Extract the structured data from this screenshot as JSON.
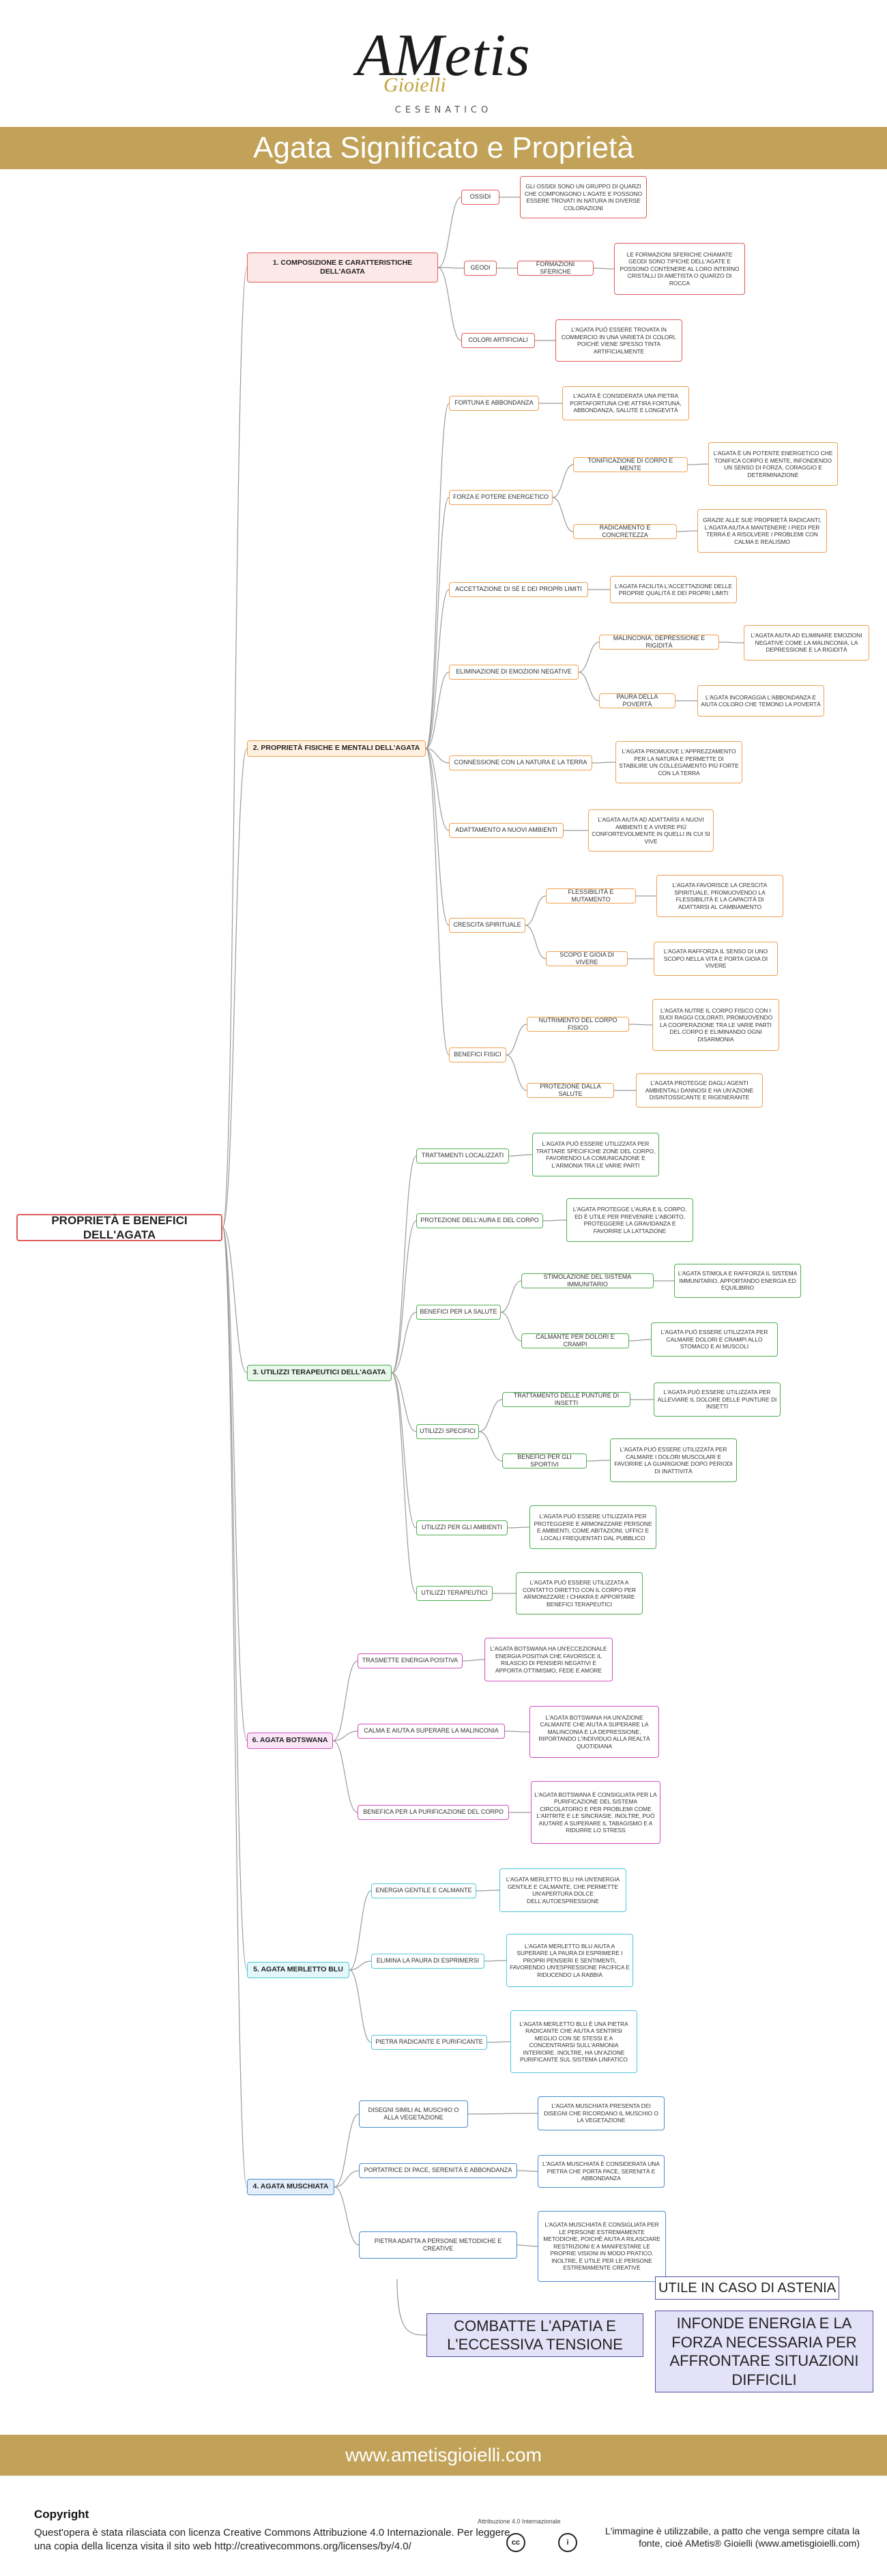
{
  "logo": {
    "brand": "AMetis",
    "sub": "Gioielli",
    "city": "CESENATICO"
  },
  "banner": {
    "title": "Agata Significato e Proprietà"
  },
  "root": "PROPRIETÀ E BENEFICI DELL'AGATA",
  "categories": {
    "c1": "1. COMPOSIZIONE E CARATTERISTICHE DELL'AGATA",
    "c2": "2. PROPRIETÀ FISICHE E MENTALI DELL'AGATA",
    "c3": "3. UTILIZZI TERAPEUTICI DELL'AGATA",
    "c6": "6. AGATA BOTSWANA",
    "c5": "5. AGATA MERLETTO BLU",
    "c4": "4. AGATA MUSCHIATA"
  },
  "nodes": {
    "ossidi": "OSSIDI",
    "ossidi_d": "GLI OSSIDI SONO UN GRUPPO DI QUARZI CHE COMPONGONO L'AGATE E POSSONO ESSERE TROVATI IN NATURA IN DIVERSE COLORAZIONI",
    "geodi": "GEODI",
    "form_sferiche": "FORMAZIONI SFERICHE",
    "form_sferiche_d": "LE FORMAZIONI SFERICHE CHIAMATE GEODI SONO TIPICHE DELL'AGATE E POSSONO CONTENERE AL LORO INTERNO CRISTALLI DI AMETISTA O QUARZO DI ROCCA",
    "colori": "COLORI ARTIFICIALI",
    "colori_d": "L'AGATA PUÒ ESSERE TROVATA IN COMMERCIO IN UNA VARIETÀ DI COLORI, POICHÉ VIENE SPESSO TINTA ARTIFICIALMENTE",
    "fortuna": "FORTUNA E ABBONDANZA",
    "fortuna_d": "L'AGATA È CONSIDERATA UNA PIETRA PORTAFORTUNA CHE ATTIRA FORTUNA, ABBONDANZA, SALUTE E LONGEVITÀ",
    "forza": "FORZA E POTERE ENERGETICO",
    "tonifica": "TONIFICAZIONE DI CORPO E MENTE",
    "tonifica_d": "L'AGATA È UN POTENTE ENERGETICO CHE TONIFICA CORPO E MENTE, INFONDENDO UN SENSO DI FORZA, CORAGGIO E DETERMINAZIONE",
    "radica": "RADICAMENTO E CONCRETEZZA",
    "radica_d": "GRAZIE ALLE SUE PROPRIETÀ RADICANTI, L'AGATA AIUTA A MANTENERE I PIEDI PER TERRA E A RISOLVERE I PROBLEMI CON CALMA E REALISMO",
    "accetta": "ACCETTAZIONE DI SÉ E DEI PROPRI LIMITI",
    "accetta_d": "L'AGATA FACILITA L'ACCETTAZIONE DELLE PROPRIE QUALITÀ E DEI PROPRI LIMITI",
    "elimina": "ELIMINAZIONE DI EMOZIONI NEGATIVE",
    "malinconia": "MALINCONIA, DEPRESSIONE E RIGIDITÀ",
    "malinconia_d": "L'AGATA AIUTA AD ELIMINARE EMOZIONI NEGATIVE COME LA MALINCONIA, LA DEPRESSIONE E LA RIGIDITÀ",
    "poverta": "PAURA DELLA POVERTÀ",
    "poverta_d": "L'AGATA INCORAGGIA L'ABBONDANZA E AIUTA COLORO CHE TEMONO LA POVERTÀ",
    "natura": "CONNESSIONE CON LA NATURA E LA TERRA",
    "natura_d": "L'AGATA PROMUOVE L'APPREZZAMENTO PER LA NATURA E PERMETTE DI STABILIRE UN COLLEGAMENTO PIÙ FORTE CON LA TERRA",
    "adatta": "ADATTAMENTO A NUOVI AMBIENTI",
    "adatta_d": "L'AGATA AIUTA AD ADATTARSI A NUOVI AMBIENTI E A VIVERE PIÙ CONFORTEVOLMENTE IN QUELLI IN CUI SI VIVE",
    "crescita": "CRESCITA SPIRITUALE",
    "flessi": "FLESSIBILITÀ E MUTAMENTO",
    "flessi_d": "L'AGATA FAVORISCE LA CRESCITA SPIRITUALE, PROMUOVENDO LA FLESSIBILITÀ E LA CAPACITÀ DI ADATTARSI AL CAMBIAMENTO",
    "scopo": "SCOPO E GIOIA DI VIVERE",
    "scopo_d": "L'AGATA RAFFORZA IL SENSO DI UNO SCOPO NELLA VITA E PORTA GIOIA DI VIVERE",
    "benefici": "BENEFICI FISICI",
    "nutrim": "NUTRIMENTO DEL CORPO FISICO",
    "nutrim_d": "L'AGATA NUTRE IL CORPO FISICO CON I SUOI RAGGI COLORATI, PROMUOVENDO LA COOPERAZIONE TRA LE VARIE PARTI DEL CORPO E ELIMINANDO OGNI DISARMONIA",
    "protez": "PROTEZIONE DALLA SALUTE",
    "protez_d": "L'AGATA PROTEGGE DAGLI AGENTI AMBIENTALI DANNOSI E HA UN'AZIONE DISINTOSSICANTE E RIGENERANTE",
    "tratt": "TRATTAMENTI LOCALIZZATI",
    "tratt_d": "L'AGATA PUÒ ESSERE UTILIZZATA PER TRATTARE SPECIFICHE ZONE DEL CORPO, FAVORENDO LA COMUNICAZIONE E L'ARMONIA TRA LE VARIE PARTI",
    "aura": "PROTEZIONE DELL'AURA E DEL CORPO",
    "aura_d": "L'AGATA PROTEGGE L'AURA E IL CORPO, ED È UTILE PER PREVENIRE L'ABORTO, PROTEGGERE LA GRAVIDANZA E FAVORIRE LA LATTAZIONE",
    "salute": "BENEFICI PER LA SALUTE",
    "immun": "STIMOLAZIONE DEL SISTEMA IMMUNITARIO",
    "immun_d": "L'AGATA STIMOLA E RAFFORZA IL SISTEMA IMMUNITARIO, APPORTANDO ENERGIA ED EQUILIBRIO",
    "calmante": "CALMANTE PER DOLORI E CRAMPI",
    "calmante_d": "L'AGATA PUÒ ESSERE UTILIZZATA PER CALMARE DOLORI E CRAMPI ALLO STOMACO E AI MUSCOLI",
    "specifici": "UTILIZZI SPECIFICI",
    "punture": "TRATTAMENTO DELLE PUNTURE DI INSETTI",
    "punture_d": "L'AGATA PUÒ ESSERE UTILIZZATA PER ALLEVIARE IL DOLORE DELLE PUNTURE DI INSETTI",
    "sportivi": "BENEFICI PER GLI SPORTIVI",
    "sportivi_d": "L'AGATA PUÒ ESSERE UTILIZZATA PER CALMARE I DOLORI MUSCOLARI E FAVORIRE LA GUARIGIONE DOPO PERIODI DI INATTIVITÀ",
    "ambienti": "UTILIZZI PER GLI AMBIENTI",
    "ambienti_d": "L'AGATA PUÒ ESSERE UTILIZZATA PER PROTEGGERE E ARMONIZZARE PERSONE E AMBIENTI, COME ABITAZIONI, UFFICI E LOCALI FREQUENTATI DAL PUBBLICO",
    "terapeut": "UTILIZZI TERAPEUTICI",
    "terapeut_d": "L'AGATA PUÒ ESSERE UTILIZZATA A CONTATTO DIRETTO CON IL CORPO PER ARMONIZZARE I CHAKRA E APPORTARE BENEFICI TERAPEUTICI",
    "bots1": "TRASMETTE ENERGIA POSITIVA",
    "bots1_d": "L'AGATA BOTSWANA HA UN'ECCEZIONALE ENERGIA POSITIVA CHE FAVORISCE IL RILASCIO DI PENSIERI NEGATIVI E APPORTA OTTIMISMO, FEDE E AMORE",
    "bots2": "CALMA E AIUTA A SUPERARE LA MALINCONIA",
    "bots2_d": "L'AGATA BOTSWANA HA UN'AZIONE CALMANTE CHE AIUTA A SUPERARE LA MALINCONIA E LA DEPRESSIONE, RIPORTANDO L'INDIVIDUO ALLA REALTÀ QUOTIDIANA",
    "bots3": "BENEFICA PER LA PURIFICAZIONE DEL CORPO",
    "bots3_d": "L'AGATA BOTSWANA È CONSIGLIATA PER LA PURIFICAZIONE DEL SISTEMA CIRCOLATORIO E PER PROBLEMI COME L'ARTRITE E LE SINCRASIE. INOLTRE, PUÒ AIUTARE A SUPERARE IL TABAGISMO E A RIDURRE LO STRESS",
    "blu1": "ENERGIA GENTILE E CALMANTE",
    "blu1_d": "L'AGATA MERLETTO BLU HA UN'ENERGIA GENTILE E CALMANTE, CHE PERMETTE UN'APERTURA DOLCE DELL'AUTOESPRESSIONE",
    "blu2": "ELIMINA LA PAURA DI ESPRIMERSI",
    "blu2_d": "L'AGATA MERLETTO BLU AIUTA A SUPERARE LA PAURA DI ESPRIMERE I PROPRI PENSIERI E SENTIMENTI, FAVORENDO UN'ESPRESSIONE PACIFICA E RIDUCENDO LA RABBIA",
    "blu3": "PIETRA RADICANTE E PURIFICANTE",
    "blu3_d": "L'AGATA MERLETTO BLU È UNA PIETRA RADICANTE CHE AIUTA A SENTIRSI MEGLIO CON SE STESSI E A CONCENTRARSI SULL'ARMONIA INTERIORE. INOLTRE, HA UN'AZIONE PURIFICANTE SUL SISTEMA LINFATICO",
    "mus1": "DISEGNI SIMILI AL MUSCHIO O ALLA VEGETAZIONE",
    "mus1_d": "L'AGATA MUSCHIATA PRESENTA DEI DISEGNI CHE RICORDANO IL MUSCHIO O LA VEGETAZIONE",
    "mus2": "PORTATRICE DI PACE, SERENITÀ E ABBONDANZA",
    "mus2_d": "L'AGATA MUSCHIATA È CONSIDERATA UNA PIETRA CHE PORTA PACE, SERENITÀ E ABBONDANZA",
    "mus3": "PIETRA ADATTA A PERSONE METODICHE E CREATIVE",
    "mus3_d": "L'AGATA MUSCHIATA È CONSIGLIATA PER LE PERSONE ESTREMAMENTE METODICHE, POICHÉ AIUTA A RILASCIARE RESTRIZIONI E A MANIFESTARE LE PROPRIE VISIONI IN MODO PRATICO. INOLTRE, È UTILE PER LE PERSONE ESTREMAMENTE CREATIVE"
  },
  "bottom": {
    "utile": "UTILE IN CASO DI ASTENIA",
    "combatte": "COMBATTE L'APATIA E L'ECCESSIVA TENSIONE",
    "infonde": "INFONDE ENERGIA E LA FORZA NECESSARIA PER AFFRONTARE SITUAZIONI DIFFICILI"
  },
  "footer": {
    "website": "www.ametisgioielli.com",
    "copyright_title": "Copyright",
    "copyright_text": "Quest'opera è stata rilasciata con licenza Creative Commons Attribuzione 4.0 Internazionale. Per leggere una copia della licenza visita il sito web http://creativecommons.org/licenses/by/4.0/",
    "license_label": "Attribuzione 4.0 Internazionale",
    "cc_icon": "cc",
    "by_icon": "i",
    "usage_text": "L'immagine è utilizzabile, a patto che venga sempre citata la fonte, cioè AMetis® Gioielli (www.ametisgioielli.com)"
  },
  "colors": {
    "gold": "#c1a258",
    "red": "#e05a5a",
    "orange": "#f0a050",
    "green": "#4caf50",
    "magenta": "#d24fc2",
    "cyan": "#4fc8d8",
    "blue": "#4a8ad0",
    "purple": "#5050a0"
  }
}
